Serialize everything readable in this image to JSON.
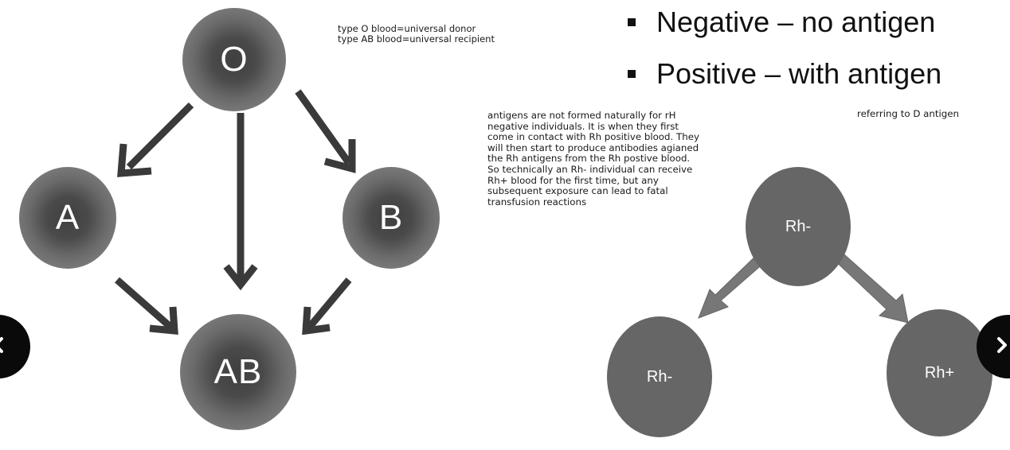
{
  "abo_diagram": {
    "cells": {
      "top": "O",
      "left": "A",
      "right": "B",
      "bottom": "AB"
    },
    "note_lines": [
      "type O blood=universal donor",
      "type AB blood=universal recipient"
    ]
  },
  "bullets": [
    "Negative – no antigen",
    "Positive – with antigen"
  ],
  "rh_note": {
    "lines": [
      "antigens are not formed naturally for rH",
      "negative individuals. It is when they first",
      "come in contact with Rh positive blood. They",
      "will then start to produce antibodies agianed",
      "the Rh antigens from the Rh postive blood.",
      "So technically an Rh- individual can receive",
      "Rh+ blood for the first time, but any",
      "subsequent exposure can lead to fatal",
      "transfusion reactions"
    ],
    "d_antigen_label": "referring to D antigen"
  },
  "rh_diagram": {
    "top": "Rh-",
    "left": "Rh-",
    "right": "Rh+"
  },
  "navigation": {
    "prev_icon": "chevron-left-icon",
    "next_icon": "chevron-right-icon"
  }
}
